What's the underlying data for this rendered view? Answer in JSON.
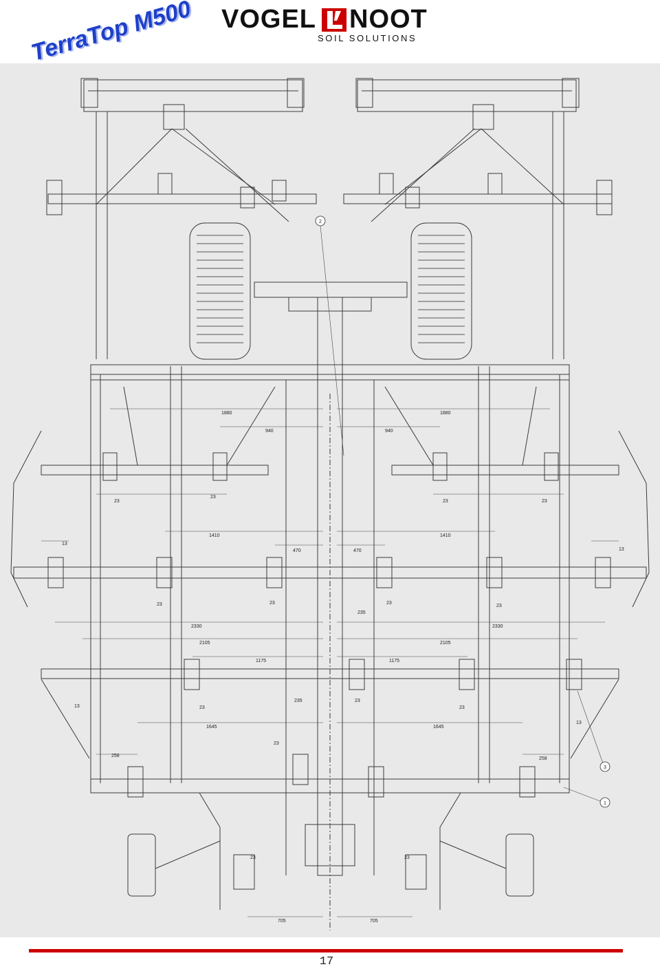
{
  "brand": {
    "left": "VOGEL",
    "right": "NOOT",
    "tagline": "SOIL SOLUTIONS",
    "accent": "#cc0000"
  },
  "model_title": "TerraTop M500",
  "drawing": {
    "callouts": [
      "2",
      "3",
      "1"
    ],
    "dimensions": {
      "d1880_l": "1880",
      "d1880_r": "1880",
      "d940_l": "940",
      "d940_r": "940",
      "d23_a": "23",
      "d23_b": "23",
      "d23_c": "23",
      "d23_d": "23",
      "d1410_l": "1410",
      "d1410_r": "1410",
      "d13_a": "13",
      "d13_b": "13",
      "d470_l": "470",
      "d470_r": "470",
      "d23_e": "23",
      "d23_f": "23",
      "d23_g": "23",
      "d23_h": "23",
      "d235_a": "235",
      "d2330_l": "2330",
      "d2330_r": "2330",
      "d2105_l": "2105",
      "d2105_r": "2105",
      "d1175_l": "1175",
      "d1175_r": "1175",
      "d13_c": "13",
      "d23_i": "23",
      "d235_b": "235",
      "d23_j": "23",
      "d23_k": "23",
      "d13_d": "13",
      "d1645_l": "1645",
      "d1645_r": "1645",
      "d23_l": "23",
      "d258_l": "258",
      "d258_r": "258",
      "d23_m": "23",
      "d23_n": "23",
      "d705_l": "705",
      "d705_r": "705"
    }
  },
  "footer": {
    "page_number": "17",
    "rule_color": "#cc0000"
  }
}
